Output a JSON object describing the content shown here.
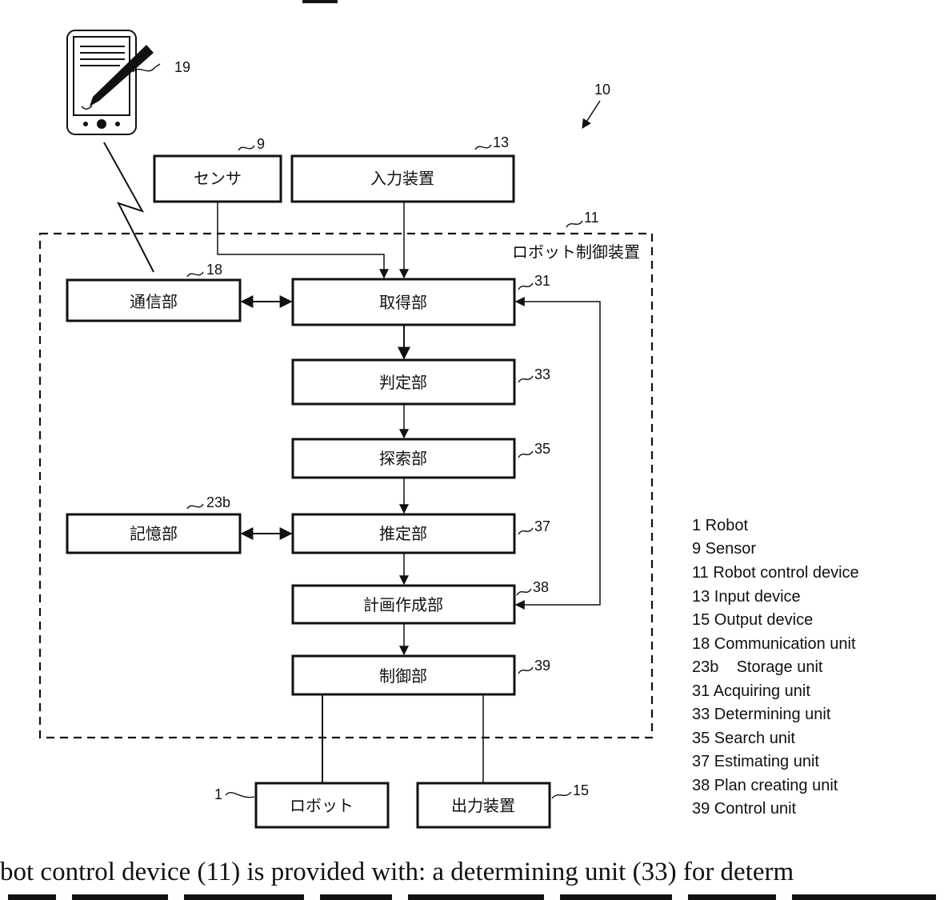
{
  "system_ref": "10",
  "device_box": {
    "label": "ロボット制御装置",
    "ref": "11"
  },
  "blocks": {
    "sensor": {
      "label": "センサ",
      "ref": "9"
    },
    "input": {
      "label": "入力装置",
      "ref": "13"
    },
    "comm": {
      "label": "通信部",
      "ref": "18"
    },
    "acquire": {
      "label": "取得部",
      "ref": "31"
    },
    "determine": {
      "label": "判定部",
      "ref": "33"
    },
    "search": {
      "label": "探索部",
      "ref": "35"
    },
    "storage": {
      "label": "記憶部",
      "ref": "23b"
    },
    "estimate": {
      "label": "推定部",
      "ref": "37"
    },
    "plan": {
      "label": "計画作成部",
      "ref": "38"
    },
    "control": {
      "label": "制御部",
      "ref": "39"
    },
    "robot": {
      "label": "ロボット",
      "ref": "1"
    },
    "output": {
      "label": "出力装置",
      "ref": "15"
    }
  },
  "tablet": {
    "ref": "19"
  },
  "legend": [
    "1   Robot",
    "9   Sensor",
    "11 Robot control device",
    "13 Input device",
    "15 Output device",
    "18 Communication unit",
    "23b    Storage unit",
    "31 Acquiring unit",
    "33 Determining unit",
    "35 Search unit",
    "37 Estimating unit",
    "38 Plan creating unit",
    "39 Control unit"
  ],
  "abstract_lines": [
    "bot control device (11) is provided with: a determining unit (33) for determ"
  ]
}
